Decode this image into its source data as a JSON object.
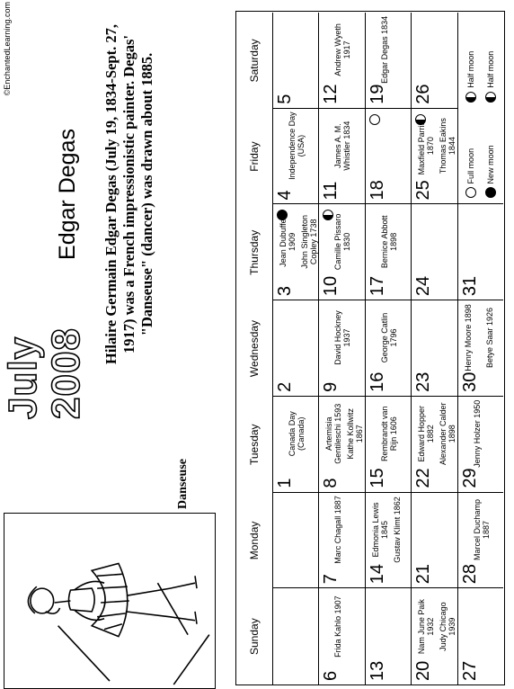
{
  "copyright": "©EnchantedLearning.com",
  "month_title": "July 2008",
  "artist": {
    "name": "Edgar Degas",
    "bio": "Hilaire Germain Edgar Degas (July 19, 1834-Sept. 27, 1917) was a French impressionistic painter. Degas' \"Danseuse\" (dancer) was drawn about 1885.",
    "caption": "Danseuse"
  },
  "weekdays": [
    "Sunday",
    "Monday",
    "Tuesday",
    "Wednesday",
    "Thursday",
    "Friday",
    "Saturday"
  ],
  "weeks": [
    [
      {
        "day": "",
        "events": []
      },
      {
        "day": "",
        "events": []
      },
      {
        "day": "1",
        "events": [
          "Canada Day (Canada)"
        ]
      },
      {
        "day": "2",
        "events": []
      },
      {
        "day": "3",
        "events": [
          "Jean Dubuffet 1909",
          "John Singleton Copley 1738"
        ],
        "moon": "new"
      },
      {
        "day": "4",
        "events": [
          "Independence Day (USA)"
        ]
      },
      {
        "day": "5",
        "events": []
      }
    ],
    [
      {
        "day": "6",
        "events": [
          "Frida Kahlo 1907"
        ]
      },
      {
        "day": "7",
        "events": [
          "Marc Chagall 1887"
        ]
      },
      {
        "day": "8",
        "events": [
          "Artemisia Gentileschi 1593",
          "Kathe Kollwitz 1867"
        ]
      },
      {
        "day": "9",
        "events": [
          "David Hockney 1937"
        ]
      },
      {
        "day": "10",
        "events": [
          "Camille Pissaro 1830"
        ],
        "moon": "half"
      },
      {
        "day": "11",
        "events": [
          "James A. M. Whistler 1834"
        ]
      },
      {
        "day": "12",
        "events": [
          "Andrew Wyeth 1917"
        ]
      }
    ],
    [
      {
        "day": "13",
        "events": []
      },
      {
        "day": "14",
        "events": [
          "Edmonia Lewis 1845",
          "Gustav Klimt 1862"
        ]
      },
      {
        "day": "15",
        "events": [
          "Rembrandt van Rijn 1606"
        ]
      },
      {
        "day": "16",
        "events": [
          "George Catlin 1796"
        ]
      },
      {
        "day": "17",
        "events": [
          "Bernice Abbott 1898"
        ]
      },
      {
        "day": "18",
        "events": [],
        "moon": "full"
      },
      {
        "day": "19",
        "events": [
          "Edgar Degas 1834"
        ]
      }
    ],
    [
      {
        "day": "20",
        "events": [
          "Nam June Paik 1932",
          "Judy Chicago 1939"
        ]
      },
      {
        "day": "21",
        "events": []
      },
      {
        "day": "22",
        "events": [
          "Edward Hopper 1882",
          "Alexander Calder 1898"
        ]
      },
      {
        "day": "23",
        "events": []
      },
      {
        "day": "24",
        "events": []
      },
      {
        "day": "25",
        "events": [
          "Maxfield Parrish 1870",
          "Thomas Eakins 1844"
        ],
        "moon": "half"
      },
      {
        "day": "26",
        "events": []
      }
    ],
    [
      {
        "day": "27",
        "events": []
      },
      {
        "day": "28",
        "events": [
          "Marcel Duchamp 1887"
        ]
      },
      {
        "day": "29",
        "events": [
          "Jenny Holzer 1950"
        ]
      },
      {
        "day": "30",
        "events": [
          "Henry Moore 1898",
          "Betye Saar 1926"
        ]
      },
      {
        "day": "31",
        "events": []
      }
    ]
  ],
  "moon_legend": [
    {
      "type": "full",
      "label": "Full moon"
    },
    {
      "type": "half",
      "label": "Half moon"
    },
    {
      "type": "new",
      "label": "New moon"
    },
    {
      "type": "half",
      "label": "Half moon"
    }
  ]
}
